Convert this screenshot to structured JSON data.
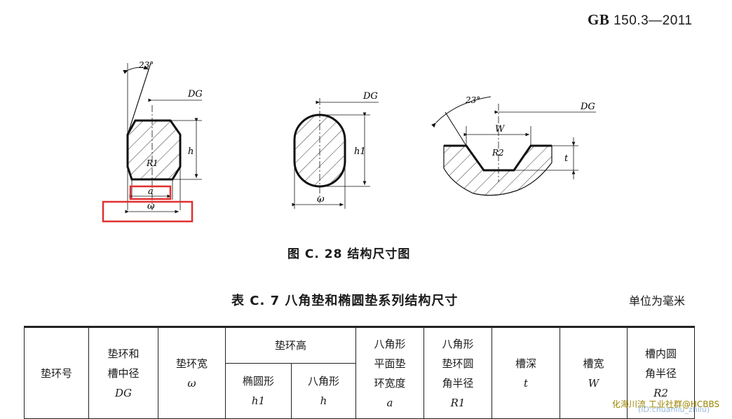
{
  "header": {
    "std_prefix": "GB",
    "std_number": "150.3—2011"
  },
  "figure": {
    "octagonal": {
      "angle": "23°",
      "dg": "DG",
      "h": "h",
      "r1": "R1",
      "a": "a",
      "w": "ω"
    },
    "oval": {
      "dg": "DG",
      "h1": "h1",
      "w": "ω"
    },
    "groove": {
      "angle": "23°",
      "dg": "DG",
      "w": "W",
      "r2": "R2",
      "t": "t"
    },
    "caption": "图 C. 28    结构尺寸图",
    "highlight_color": "#e03030"
  },
  "table": {
    "title": "表 C. 7    八角垫和椭圆垫系列结构尺寸",
    "unit": "单位为毫米",
    "headers": {
      "col1": "垫环号",
      "col2_line1": "垫环和",
      "col2_line2": "槽中径",
      "col2_sym": "DG",
      "col3_line1": "垫环宽",
      "col3_sym": "ω",
      "col4_group": "垫环高",
      "col4a_line1": "椭圆形",
      "col4a_sym": "h1",
      "col4b_line1": "八角形",
      "col4b_sym": "h",
      "col5_line1": "八角形",
      "col5_line2": "平面垫",
      "col5_line3": "环宽度",
      "col5_sym": "a",
      "col6_line1": "八角形",
      "col6_line2": "垫环圆",
      "col6_line3": "角半径",
      "col6_sym": "R1",
      "col7_line1": "槽深",
      "col7_sym": "t",
      "col8_line1": "槽宽",
      "col8_sym": "W",
      "col9_line1": "槽内圆",
      "col9_line2": "角半径",
      "col9_sym": "R2"
    }
  },
  "watermark": {
    "text": "化海川流 工业社群@HCBBS",
    "sub": "(ID:chuanliu_zhilu)"
  }
}
